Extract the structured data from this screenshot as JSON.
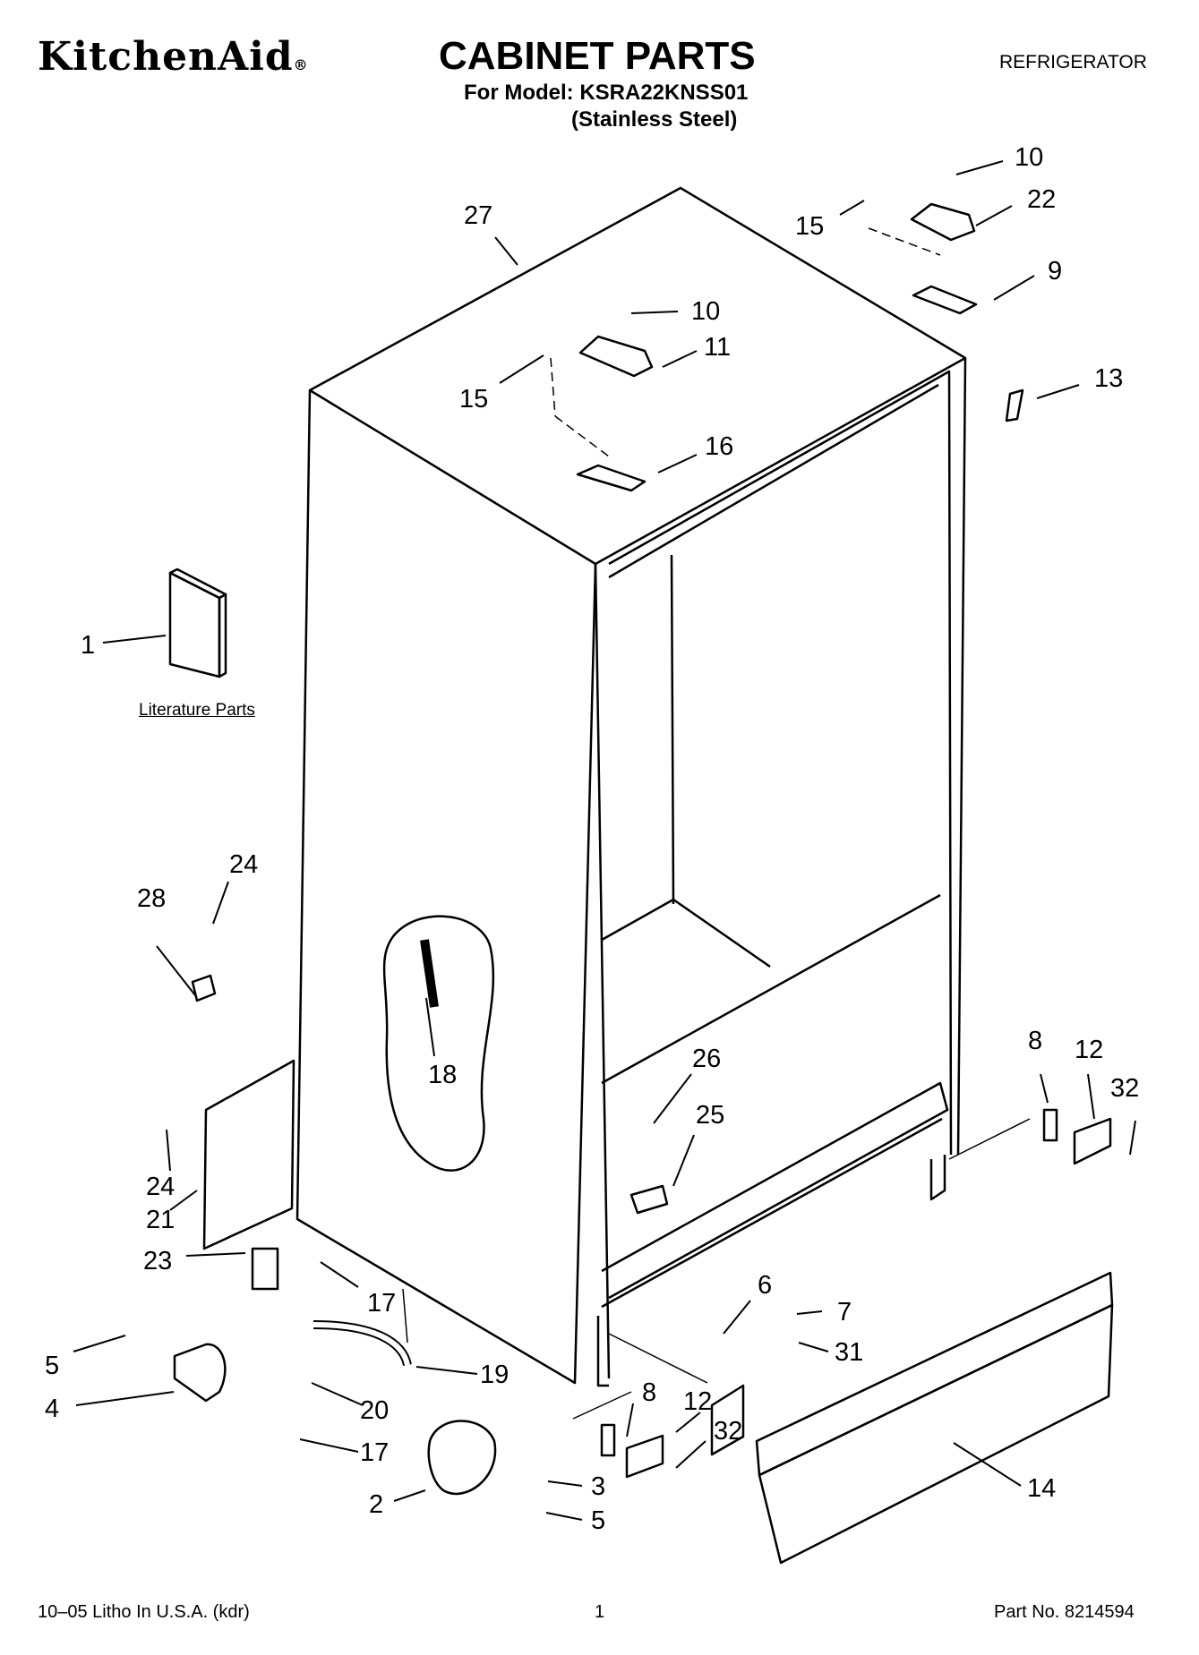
{
  "header": {
    "brand": "KitchenAid",
    "brand_mark": "®",
    "title": "CABINET PARTS",
    "model_line": "For Model: KSRA22KNSS01",
    "finish_line": "(Stainless Steel)",
    "appliance": "REFRIGERATOR"
  },
  "diagram": {
    "literature_label": "Literature Parts",
    "callouts": [
      "27",
      "10",
      "22",
      "15",
      "9",
      "10",
      "11",
      "15",
      "13",
      "16",
      "1",
      "24",
      "28",
      "18",
      "8",
      "12",
      "32",
      "26",
      "25",
      "24",
      "21",
      "23",
      "17",
      "6",
      "7",
      "31",
      "5",
      "19",
      "4",
      "20",
      "8",
      "12",
      "32",
      "17",
      "3",
      "2",
      "5",
      "14"
    ]
  },
  "footer": {
    "litho": "10–05 Litho In U.S.A. (kdr)",
    "page": "1",
    "part_no": "Part No. 8214594"
  }
}
